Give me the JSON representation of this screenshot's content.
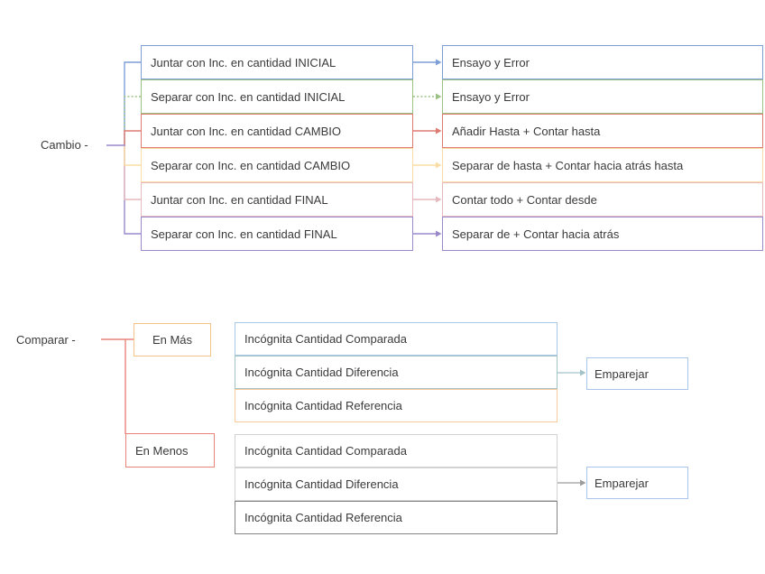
{
  "labels": {
    "cambio": "Cambio -",
    "comparar": "Comparar -"
  },
  "colors": {
    "blue": "#7d9ed7",
    "green": "#9bc283",
    "red": "#e07b73",
    "yellow": "#f8dda4",
    "pink": "#e6b9be",
    "purple": "#9a89cb",
    "orange_light": "#f6c28a",
    "salmon": "#e8837a",
    "lightblue": "#a9c7e7",
    "teal": "#a2c4c9",
    "peach": "#f9cb9c",
    "gray_light": "#d2d2d2",
    "gray_dark": "#858585",
    "gray_mid": "#9c9c9c",
    "emparejar_border": "#a9c5ec"
  },
  "cambio": {
    "rows": [
      {
        "left": "Juntar con Inc. en cantidad INICIAL",
        "right": "Ensayo y Error",
        "color": "#7d9ed7"
      },
      {
        "left": "Separar con Inc. en cantidad INICIAL",
        "right": "Ensayo y Error",
        "color": "#9bc283"
      },
      {
        "left": "Juntar con Inc. en cantidad CAMBIO",
        "right": "Añadir Hasta + Contar hasta",
        "color": "#e07b73"
      },
      {
        "left": "Separar con Inc. en cantidad CAMBIO",
        "right": "Separar de hasta + Contar hacia atrás hasta",
        "color": "#f8dda4"
      },
      {
        "left": "Juntar con Inc. en cantidad FINAL",
        "right": "Contar todo + Contar desde",
        "color": "#e6b9be"
      },
      {
        "left": "Separar con Inc. en cantidad FINAL",
        "right": "Separar de + Contar hacia atrás",
        "color": "#9a89cb"
      }
    ]
  },
  "comparar": {
    "en_mas": "En Más",
    "en_menos": "En Menos",
    "group_mas": [
      {
        "label": "Incógnita Cantidad Comparada",
        "color": "#a9c7e7"
      },
      {
        "label": "Incógnita Cantidad Diferencia",
        "color": "#a2c4c9"
      },
      {
        "label": "Incógnita Cantidad Referencia",
        "color": "#f9cb9c"
      }
    ],
    "group_menos": [
      {
        "label": "Incógnita Cantidad Comparada",
        "color": "#d2d2d2"
      },
      {
        "label": "Incógnita Cantidad Diferencia",
        "color": "#d2d2d2"
      },
      {
        "label": "Incógnita Cantidad Referencia",
        "color": "#858585"
      }
    ],
    "emparejar_mas": "Emparejar",
    "emparejar_menos": "Emparejar"
  }
}
